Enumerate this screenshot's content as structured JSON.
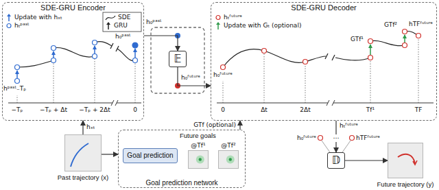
{
  "diagram": {
    "nodes": [
      {
        "text": [
          "SDE-GRU Encoder"
        ]
      },
      {
        "text": [
          "𝔼"
        ]
      },
      {
        "text": [
          "SDE-GRU Decoder"
        ]
      },
      {
        "text": [
          "Past trajectory (x)"
        ]
      },
      {
        "text": [
          "Goal prediction network"
        ]
      },
      {
        "text": [
          "Goal prediction"
        ],
        "in": 4
      },
      {
        "text": [
          "@Tf¹"
        ],
        "in": 4
      },
      {
        "text": [
          "@Tf²"
        ],
        "in": 4
      },
      {
        "text": [
          "𝔻"
        ]
      },
      {
        "text": [
          "Future trajectory (y)"
        ]
      }
    ],
    "edges": [
      {
        "from": 3,
        "to": 0,
        "arrow": "to",
        "label": "hₓₜ"
      },
      {
        "from": 0,
        "to": 1,
        "arrow": "to",
        "label": "h₀ᵖᵃˢᵗ"
      },
      {
        "from": 1,
        "to": 2,
        "arrow": "to",
        "label": "h₀ᶠᵘᵗᵘʳᵉ"
      },
      {
        "from": 3,
        "to": 4,
        "arrow": "to"
      },
      {
        "from": 4,
        "to": 2,
        "arrow": "to",
        "label": "GTf (optional)"
      },
      {
        "from": 2,
        "to": 8,
        "arrow": "to",
        "label": "hₜᶠᵘᵗᵘʳᵉ"
      },
      {
        "from": 8,
        "to": 9,
        "arrow": "to"
      }
    ],
    "labels": [
      "hᵖᵃˢᵗ₋Tₚ",
      "h₀ᵖᵃˢᵗ",
      "−Tₚ",
      "−Tₚ + Δt",
      "−Tₚ + 2Δt",
      "0",
      "h₀ᶠᵘᵗᵘʳᵉ",
      "GTf¹",
      "GTf²",
      "hTFᶠᵘᵗᵘʳᵉ",
      "0",
      "Δt",
      "2Δt",
      "Tf¹",
      "TF",
      "Future goals",
      "h₀ᶠᵘᵗᵘʳᵉ",
      "⋯",
      "hTFᶠᵘᵗᵘʳᵉ"
    ],
    "legend": [
      {
        "text": "Update with hₓₜ"
      },
      {
        "text": "hₜᵖᵃˢᵗ"
      },
      {
        "text": "SDE"
      },
      {
        "text": "GRU"
      },
      {
        "text": "hₜᶠᵘᵗᵘʳᵉ"
      },
      {
        "text": "Update with Gₜ (optional)"
      }
    ]
  }
}
